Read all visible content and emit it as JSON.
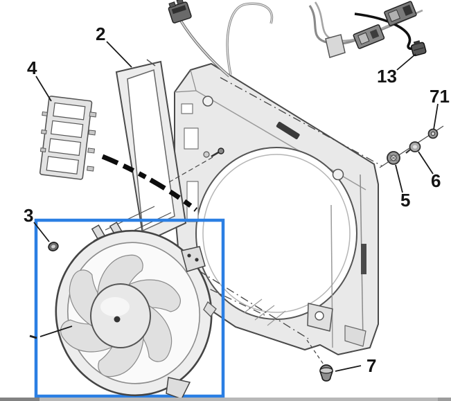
{
  "scene": {
    "kind": "exploded-parts-diagram",
    "description": "Exploded view of engine cooling fan, fan shroud, support frame and wiring harness with numbered part callouts; fan assembly highlighted with blue selection box",
    "background_color": "#ffffff",
    "line_color": "#3c3c3c",
    "fill_light": "#ececec",
    "fill_mid": "#d6d6d6",
    "highlight_box_color": "#2b7fe3",
    "bottom_bar": {
      "left_color": "#828282",
      "mid_color": "#b8b8b8",
      "right_color": "#9c9c9c"
    }
  },
  "callouts": [
    {
      "label": "2"
    },
    {
      "label": "4"
    },
    {
      "label": "3"
    },
    {
      "label": "13"
    },
    {
      "label": "71"
    },
    {
      "label": "6"
    },
    {
      "label": "5"
    },
    {
      "label": "7"
    }
  ]
}
